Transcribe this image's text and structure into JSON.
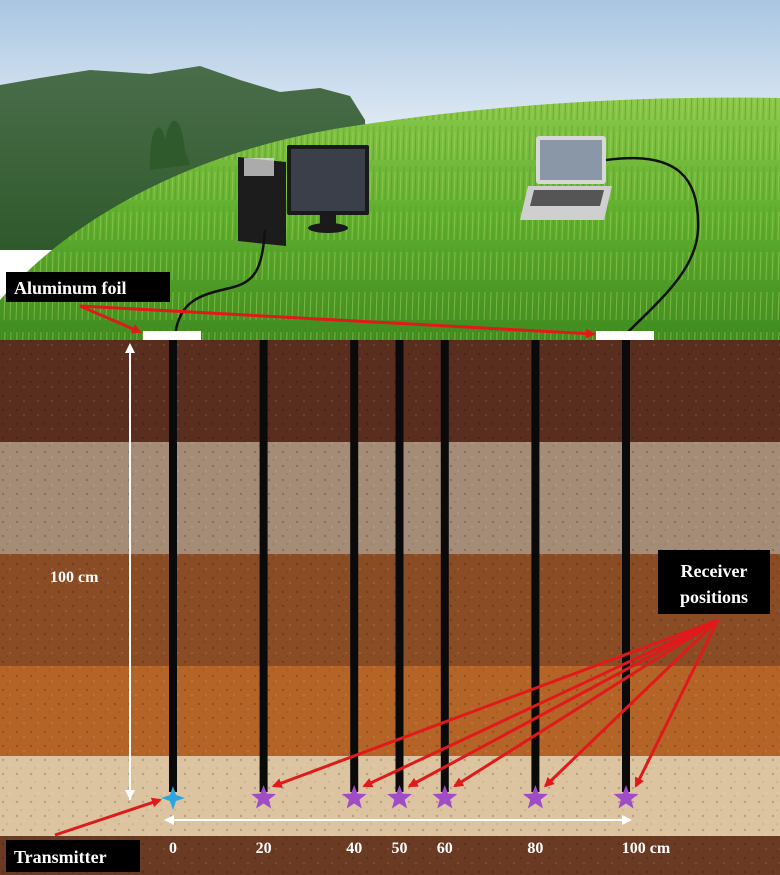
{
  "labels": {
    "aluminum_foil": "Aluminum foil",
    "receiver_positions_line1": "Receiver",
    "receiver_positions_line2": "positions",
    "transmitter": "Transmitter",
    "depth": "100 cm"
  },
  "positions": [
    {
      "value": 0,
      "label": "0",
      "marker": "transmitter"
    },
    {
      "value": 20,
      "label": "20",
      "marker": "receiver"
    },
    {
      "value": 40,
      "label": "40",
      "marker": "receiver"
    },
    {
      "value": 50,
      "label": "50",
      "marker": "receiver"
    },
    {
      "value": 60,
      "label": "60",
      "marker": "receiver"
    },
    {
      "value": 80,
      "label": "80",
      "marker": "receiver"
    },
    {
      "value": 100,
      "label": "100 cm",
      "marker": "receiver"
    }
  ],
  "foil_positions": [
    0,
    100
  ],
  "colors": {
    "arrow": "#e01a1a",
    "receiver_star": "#a04bc7",
    "transmitter_star": "#2ba6e0",
    "rod": "#0a0a0a",
    "label_box": "#000000",
    "label_text": "#ffffff",
    "sky": "#c7d9ea",
    "grass": "#6db83a",
    "soil_layer_1": "#5a2e1e",
    "soil_layer_2": "#a58c76",
    "soil_layer_3": "#8a4c24",
    "soil_layer_4": "#b56428",
    "soil_layer_5": "#dcc4a0"
  },
  "icons": [
    "desktop-computer-icon",
    "laptop-icon",
    "cable-icon"
  ]
}
